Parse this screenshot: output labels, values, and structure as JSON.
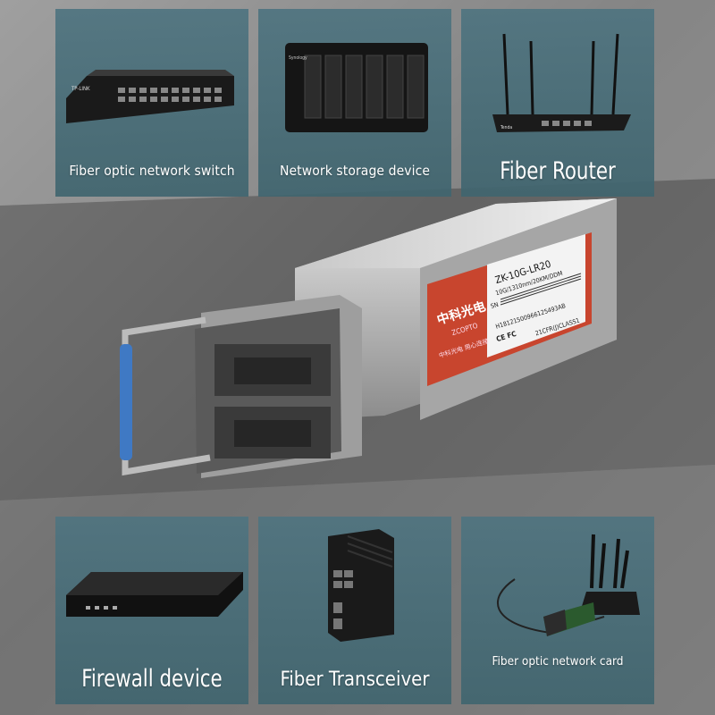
{
  "cards_top": [
    {
      "label": "Fiber optic network switch",
      "icon": "network-switch-icon"
    },
    {
      "label": "Network storage device",
      "icon": "nas-icon"
    },
    {
      "label": "Fiber Router",
      "icon": "router-icon"
    }
  ],
  "cards_bottom": [
    {
      "label": "Firewall device",
      "icon": "firewall-icon"
    },
    {
      "label": "Fiber Transceiver",
      "icon": "transceiver-icon"
    },
    {
      "label": "Fiber optic network card",
      "icon": "network-card-icon"
    }
  ],
  "module": {
    "brand": "中科光电",
    "brand_en": "ZCOPTO",
    "slogan": "中科光电 用心连接",
    "model": "ZK-10G-LR20",
    "spec": "10G/1310nm/20KM/DDM",
    "sn_prefix": "SN",
    "serial": "H18121500966125493AB",
    "class": "21CFR(J)CLASS1",
    "marks": "CE FC"
  },
  "small_brands": {
    "switch": "TP-LINK",
    "nas": "Synology",
    "router": "Tenda"
  },
  "colors": {
    "card": "#4a6f7a",
    "label": "#c8452e"
  }
}
